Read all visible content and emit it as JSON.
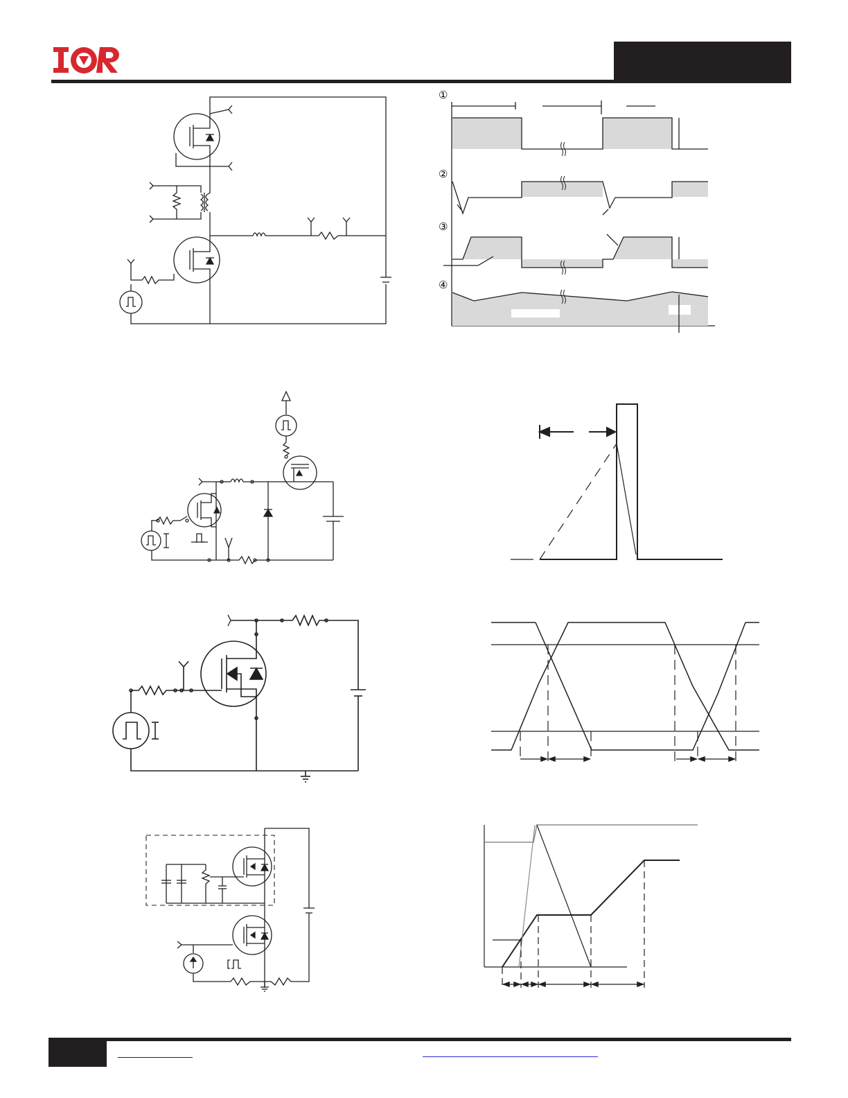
{
  "header": {
    "logo_text": "IOR",
    "brand_color": "#d7282f"
  },
  "figure_markers": [
    "①",
    "②",
    "③",
    "④"
  ],
  "footer": {
    "bar_color": "#231f20"
  }
}
